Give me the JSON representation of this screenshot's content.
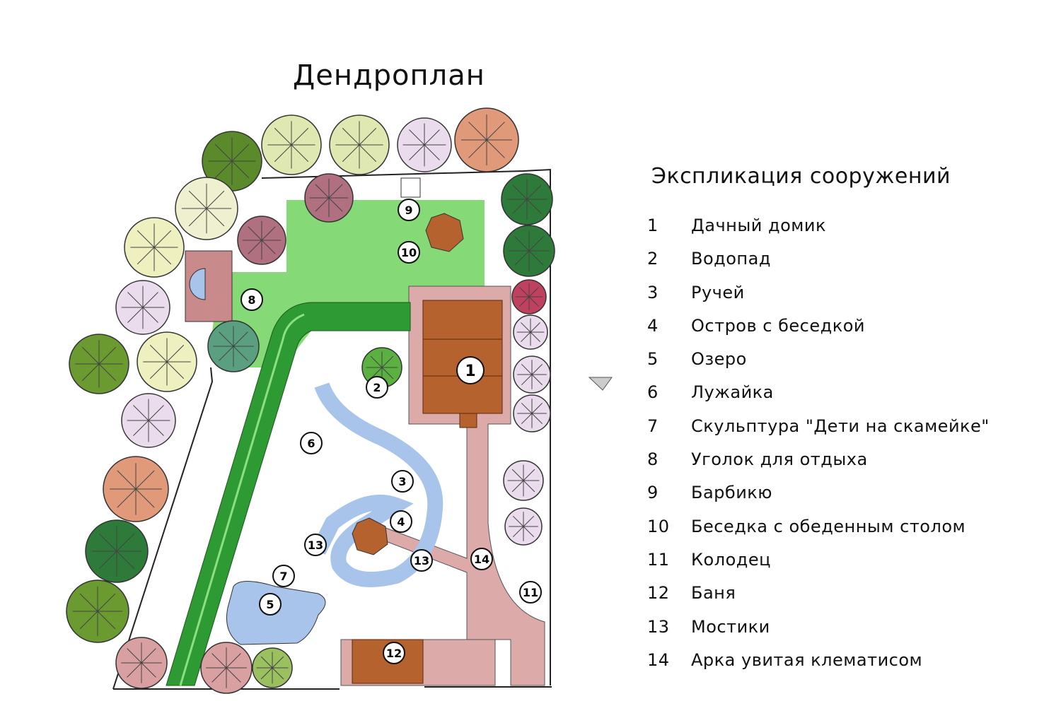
{
  "title": "Дендроплан",
  "legend": {
    "title": "Экспликация сооружений",
    "items": [
      {
        "num": "1",
        "label": "Дачный домик"
      },
      {
        "num": "2",
        "label": "Водопад"
      },
      {
        "num": "3",
        "label": "Ручей"
      },
      {
        "num": "4",
        "label": "Остров с беседкой"
      },
      {
        "num": "5",
        "label": "Озеро"
      },
      {
        "num": "6",
        "label": "Лужайка"
      },
      {
        "num": "7",
        "label": "Скульптура \"Дети на скамейке\""
      },
      {
        "num": "8",
        "label": "Уголок для отдыха"
      },
      {
        "num": "9",
        "label": "Барбикю"
      },
      {
        "num": "10",
        "label": "Беседка с обеденным столом"
      },
      {
        "num": "11",
        "label": "Колодец"
      },
      {
        "num": "12",
        "label": "Баня"
      },
      {
        "num": "13",
        "label": "Мостики"
      },
      {
        "num": "14",
        "label": "Арка увитая клематисом"
      }
    ]
  },
  "markers": [
    "1",
    "2",
    "3",
    "4",
    "5",
    "6",
    "7",
    "8",
    "9",
    "10",
    "11",
    "12",
    "13",
    "13",
    "14"
  ],
  "colors": {
    "lawn": "#7fd870",
    "paving": "#d9a8a8",
    "roof": "#b5622e",
    "water": "#a9c4ea",
    "path": "#2e9a33"
  }
}
